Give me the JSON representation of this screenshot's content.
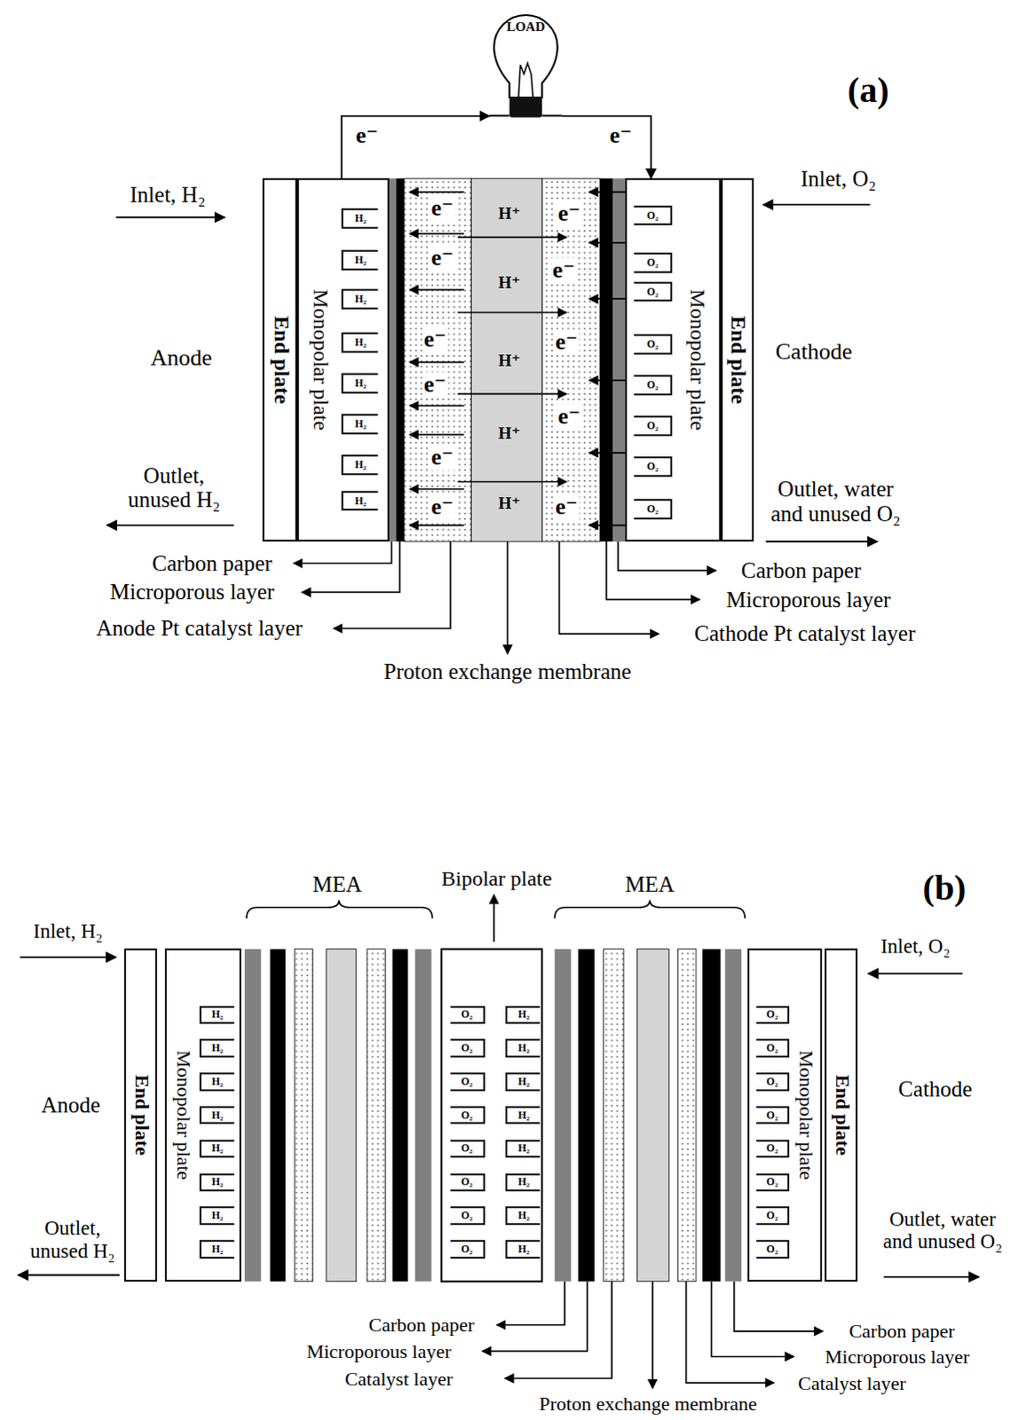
{
  "diagram": {
    "nodes": [
      {
        "text": [
          "LOAD"
        ]
      },
      {
        "text": [
          "End plate"
        ]
      },
      {
        "text": [
          "Monopolar plate"
        ]
      },
      {
        "text": [
          "H₂"
        ],
        "in": 2
      },
      {
        "text": [
          "H₂"
        ],
        "in": 2
      },
      {
        "text": [
          "H₂"
        ],
        "in": 2
      },
      {
        "text": [
          "H₂"
        ],
        "in": 2
      },
      {
        "text": [
          "H₂"
        ],
        "in": 2
      },
      {
        "text": [
          "H₂"
        ],
        "in": 2
      },
      {
        "text": [
          "H₂"
        ],
        "in": 2
      },
      {
        "text": [
          "H₂"
        ],
        "in": 2
      },
      {
        "text": [
          "Monopolar plate"
        ]
      },
      {
        "text": [
          "O₂"
        ],
        "in": 11
      },
      {
        "text": [
          "O₂"
        ],
        "in": 11
      },
      {
        "text": [
          "O₂"
        ],
        "in": 11
      },
      {
        "text": [
          "O₂"
        ],
        "in": 11
      },
      {
        "text": [
          "O₂"
        ],
        "in": 11
      },
      {
        "text": [
          "O₂"
        ],
        "in": 11
      },
      {
        "text": [
          "O₂"
        ],
        "in": 11
      },
      {
        "text": [
          "O₂"
        ],
        "in": 11
      },
      {
        "text": [
          "End plate"
        ]
      },
      {
        "text": [
          "End plate"
        ]
      },
      {
        "text": [
          "Monopolar plate"
        ]
      },
      {
        "text": [
          "H₂"
        ],
        "in": 22
      },
      {
        "text": [
          "H₂"
        ],
        "in": 22
      },
      {
        "text": [
          "H₂"
        ],
        "in": 22
      },
      {
        "text": [
          "H₂"
        ],
        "in": 22
      },
      {
        "text": [
          "H₂"
        ],
        "in": 22
      },
      {
        "text": [
          "H₂"
        ],
        "in": 22
      },
      {
        "text": [
          "H₂"
        ],
        "in": 22
      },
      {
        "text": [
          "H₂"
        ],
        "in": 22
      },
      {
        "text": [
          "O₂"
        ]
      },
      {
        "text": [
          "O₂"
        ]
      },
      {
        "text": [
          "O₂"
        ]
      },
      {
        "text": [
          "O₂"
        ]
      },
      {
        "text": [
          "O₂"
        ]
      },
      {
        "text": [
          "O₂"
        ]
      },
      {
        "text": [
          "O₂"
        ]
      },
      {
        "text": [
          "O₂"
        ]
      },
      {
        "text": [
          "H₂"
        ]
      },
      {
        "text": [
          "H₂"
        ]
      },
      {
        "text": [
          "H₂"
        ]
      },
      {
        "text": [
          "H₂"
        ]
      },
      {
        "text": [
          "H₂"
        ]
      },
      {
        "text": [
          "H₂"
        ]
      },
      {
        "text": [
          "H₂"
        ]
      },
      {
        "text": [
          "H₂"
        ]
      },
      {
        "text": [
          "Monopolar plate"
        ]
      },
      {
        "text": [
          "O₂"
        ],
        "in": 47
      },
      {
        "text": [
          "O₂"
        ],
        "in": 47
      },
      {
        "text": [
          "O₂"
        ],
        "in": 47
      },
      {
        "text": [
          "O₂"
        ],
        "in": 47
      },
      {
        "text": [
          "O₂"
        ],
        "in": 47
      },
      {
        "text": [
          "O₂"
        ],
        "in": 47
      },
      {
        "text": [
          "O₂"
        ],
        "in": 47
      },
      {
        "text": [
          "O₂"
        ],
        "in": 47
      },
      {
        "text": [
          "End plate"
        ]
      }
    ],
    "edges": [
      {
        "from": 2,
        "to": 0,
        "arrow": "to",
        "label": "e⁻"
      },
      {
        "from": 0,
        "to": 11,
        "arrow": "to",
        "label": "e⁻"
      }
    ],
    "labels": [
      "(a)",
      "Inlet, H₂",
      "Inlet, O₂",
      "Anode",
      "Cathode",
      "Outlet, unused H₂",
      "Outlet, water and unused O₂",
      "e⁻",
      "e⁻",
      "e⁻",
      "e⁻",
      "e⁻",
      "e⁻",
      "H⁺",
      "H⁺",
      "H⁺",
      "H⁺",
      "H⁺",
      "e⁻",
      "e⁻",
      "e⁻",
      "e⁻",
      "e⁻",
      "Carbon paper",
      "Carbon paper",
      "Microporous layer",
      "Microporous layer",
      "Anode Pt catalyst layer",
      "Cathode Pt catalyst layer",
      "Proton exchange membrane",
      "MEA",
      "Bipolar plate",
      "MEA",
      "(b)",
      "Inlet, H₂",
      "Inlet, O₂",
      "Anode",
      "Cathode",
      "Outlet, unused H₂",
      "Outlet, water and unused O₂",
      "Carbon paper",
      "Carbon paper",
      "Microporous layer",
      "Microporous layer",
      "Catalyst layer",
      "Catalyst layer",
      "Proton exchange membrane"
    ]
  }
}
